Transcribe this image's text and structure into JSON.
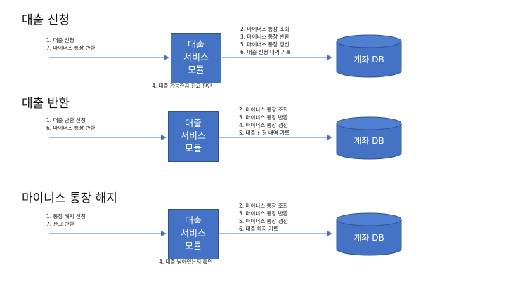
{
  "sections": [
    {
      "title": "대출 신청",
      "inputs": [
        "1.  대출 신청",
        "7.  마이너스 통장 반환"
      ],
      "module": [
        "대출",
        "서비스",
        "모듈"
      ],
      "module_note": "4. 대출 가능한지 잔고 판단",
      "db_ops": [
        "2. 마이너스 통장 조회",
        "3. 마이너스 통장 반환",
        "5. 마이너스 통장 갱신",
        "6. 대출 신청 내역 기록"
      ],
      "db_label": "계좌 DB"
    },
    {
      "title": "대출 반환",
      "inputs": [
        "1.  대출 반환 신청",
        "6.  마이너스 통장 반환"
      ],
      "module": [
        "대출",
        "서비스",
        "모듈"
      ],
      "module_note": "",
      "db_ops": [
        "2. 마이너스 통장 조회",
        "3. 마이너스 통장 반환",
        "4. 마이너스 통장 갱신",
        "5. 대출 신청 내역 기록"
      ],
      "db_label": "계좌 DB"
    },
    {
      "title": "마이너스 통장 해지",
      "inputs": [
        "1.  통장 해지 신청",
        "7.  잔고 반환"
      ],
      "module": [
        "대출",
        "서비스",
        "모듈"
      ],
      "module_note": "4. 대출 남아있는지 확인",
      "db_ops": [
        "2. 마이너스 통장 조회",
        "3. 마이너스 통장 반환",
        "5. 마이너스 통장 갱신",
        "6. 대출 해지 기록"
      ],
      "db_label": "계좌 DB"
    }
  ],
  "colors": {
    "box_fill": "#4472c4",
    "box_border": "#2f528f",
    "arrow": "#4472c4"
  }
}
